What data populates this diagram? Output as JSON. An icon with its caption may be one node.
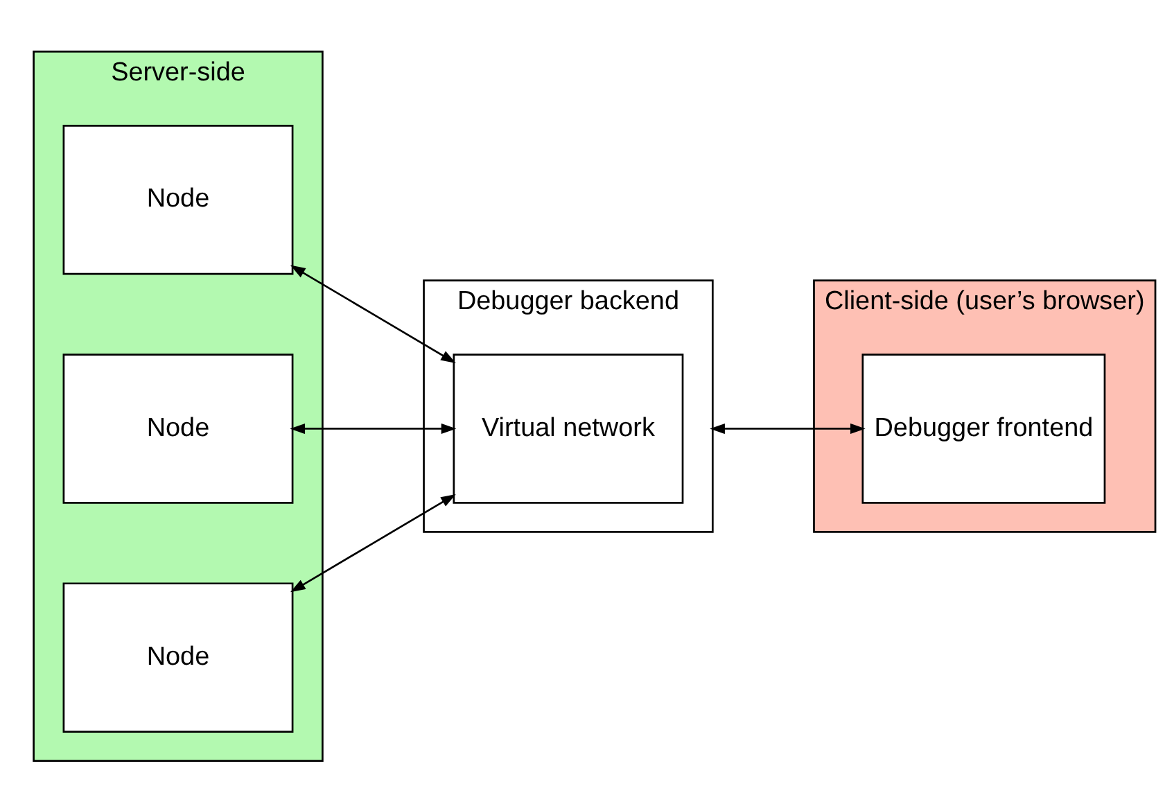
{
  "diagram": {
    "nodes": [
      {
        "text": [
          "Server-side"
        ]
      },
      {
        "text": [
          "Node"
        ],
        "in": 0
      },
      {
        "text": [
          "Node"
        ],
        "in": 0
      },
      {
        "text": [
          "Node"
        ],
        "in": 0
      },
      {
        "text": [
          "Debugger backend"
        ]
      },
      {
        "text": [
          "Virtual network"
        ],
        "in": 4
      },
      {
        "text": [
          "Client-side (user’s browser)"
        ]
      },
      {
        "text": [
          "Debugger frontend"
        ],
        "in": 6
      }
    ],
    "edges": [
      {
        "from": 1,
        "to": 5,
        "arrow": "both"
      },
      {
        "from": 2,
        "to": 5,
        "arrow": "both"
      },
      {
        "from": 3,
        "to": 5,
        "arrow": "both"
      },
      {
        "from": 4,
        "to": 7,
        "arrow": "both"
      }
    ]
  }
}
